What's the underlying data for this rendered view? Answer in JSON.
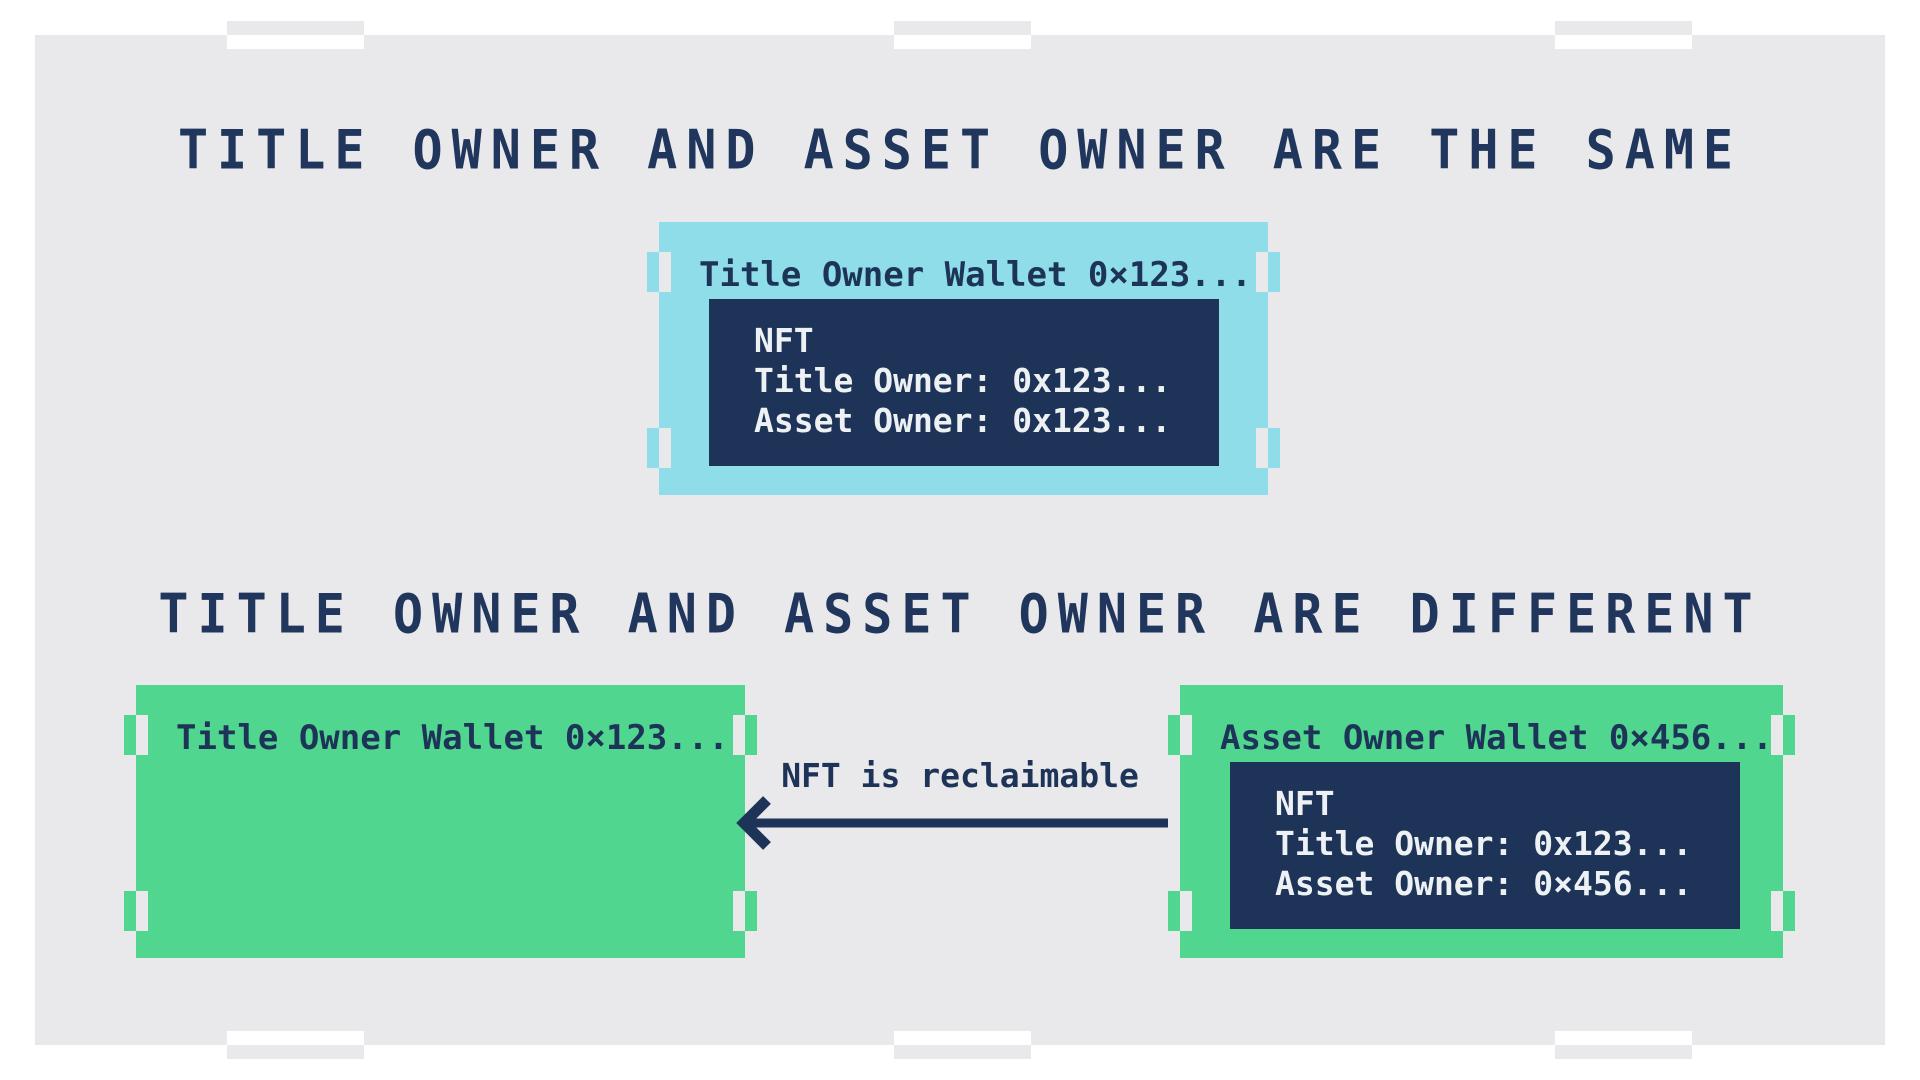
{
  "diagram": {
    "section_same": {
      "title": "TITLE OWNER AND ASSET OWNER ARE THE SAME",
      "wallet_card": {
        "label": "Title Owner Wallet 0×123...",
        "nft_card": {
          "name": "NFT",
          "title_owner_line": "Title Owner: 0x123...",
          "asset_owner_line": "Asset Owner: 0x123..."
        }
      }
    },
    "section_different": {
      "title": "TITLE OWNER AND ASSET OWNER ARE DIFFERENT",
      "title_wallet_card": {
        "label": "Title Owner Wallet 0×123..."
      },
      "asset_wallet_card": {
        "label": "Asset Owner Wallet 0×456...",
        "nft_card": {
          "name": "NFT",
          "title_owner_line": "Title Owner: 0x123...",
          "asset_owner_line": "Asset Owner: 0×456..."
        }
      },
      "arrow_label": "NFT is reclaimable"
    },
    "colors": {
      "frame_white": "#ffffff",
      "canvas_gray": "#e9e9eb",
      "navy": "#1d3357",
      "cyan": "#8edde9",
      "green": "#50d68e",
      "light_text": "#edf1f4"
    }
  }
}
